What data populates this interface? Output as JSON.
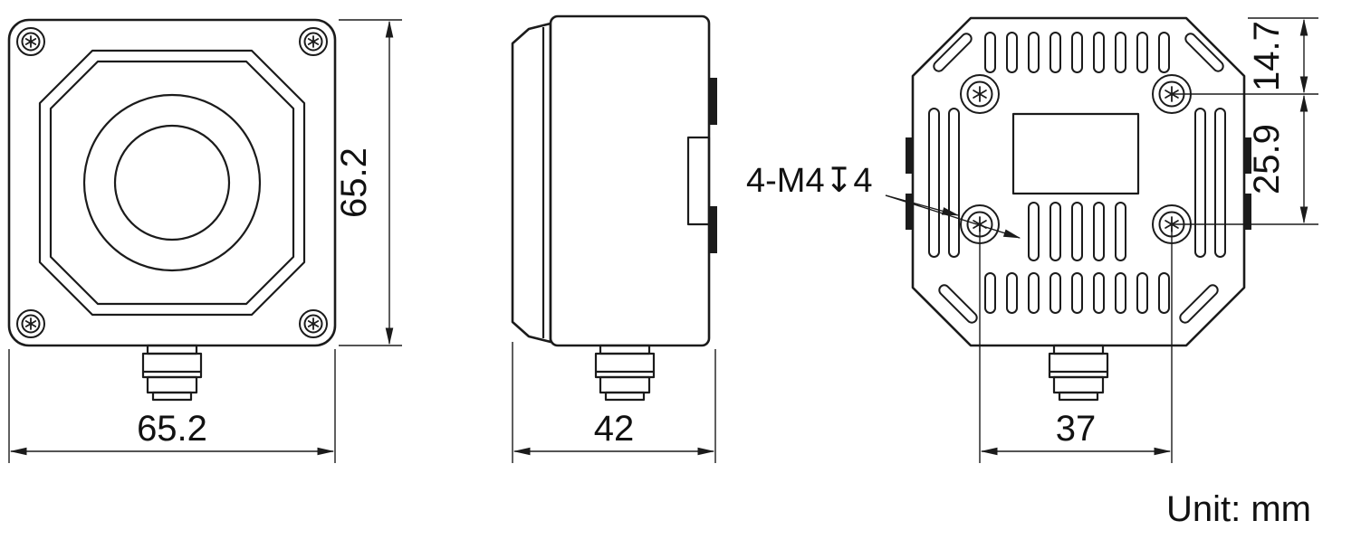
{
  "colors": {
    "line": "#1b1b1b",
    "background": "#ffffff"
  },
  "dims": {
    "front_height": "65.2",
    "front_width": "65.2",
    "side_depth": "42",
    "mount_spacing": "37",
    "hole_offset_top": "14.7",
    "hole_offset_mid": "25.9"
  },
  "callout": {
    "thread_depth": "4-M4↧4"
  },
  "unit_label": "Unit: mm"
}
